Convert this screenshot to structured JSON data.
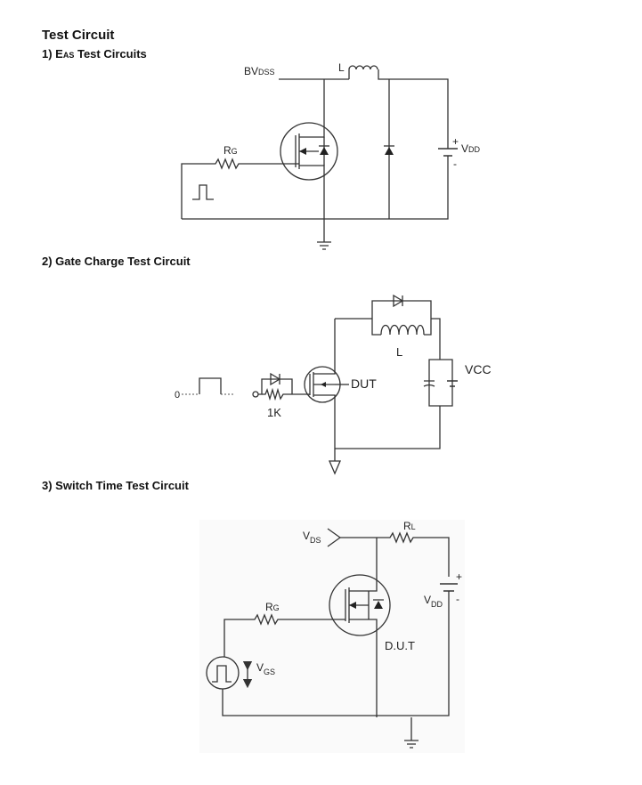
{
  "title": "Test Circuit",
  "sections": {
    "eas": {
      "heading_prefix": "1) E",
      "heading_sub": "AS",
      "heading_suffix": " Test Circuits",
      "bvdss_main": "BV",
      "bvdss_sub": "DSS",
      "inductor_label": "L",
      "rg_main": "R",
      "rg_sub": "G",
      "plus": "+",
      "vdd_main": " V",
      "vdd_sub": "DD",
      "minus": "-"
    },
    "gate_charge": {
      "heading": "2) Gate Charge Test Circuit",
      "zero": "0",
      "resistor_label": "1K",
      "dut_label": "DUT",
      "inductor_label": "L",
      "vcc_label": "VCC"
    },
    "switch_time": {
      "heading": "3) Switch Time Test Circuit",
      "vds_main": "V",
      "vds_sub": "DS",
      "rl_main": "R",
      "rl_sub": "L",
      "rg_main": "R",
      "rg_sub": "G",
      "vgs_main": "V",
      "vgs_sub": "GS",
      "vdd_main": "V",
      "vdd_sub": "DD",
      "plus": "+",
      "minus": "-",
      "dut_label": "D.U.T"
    }
  }
}
